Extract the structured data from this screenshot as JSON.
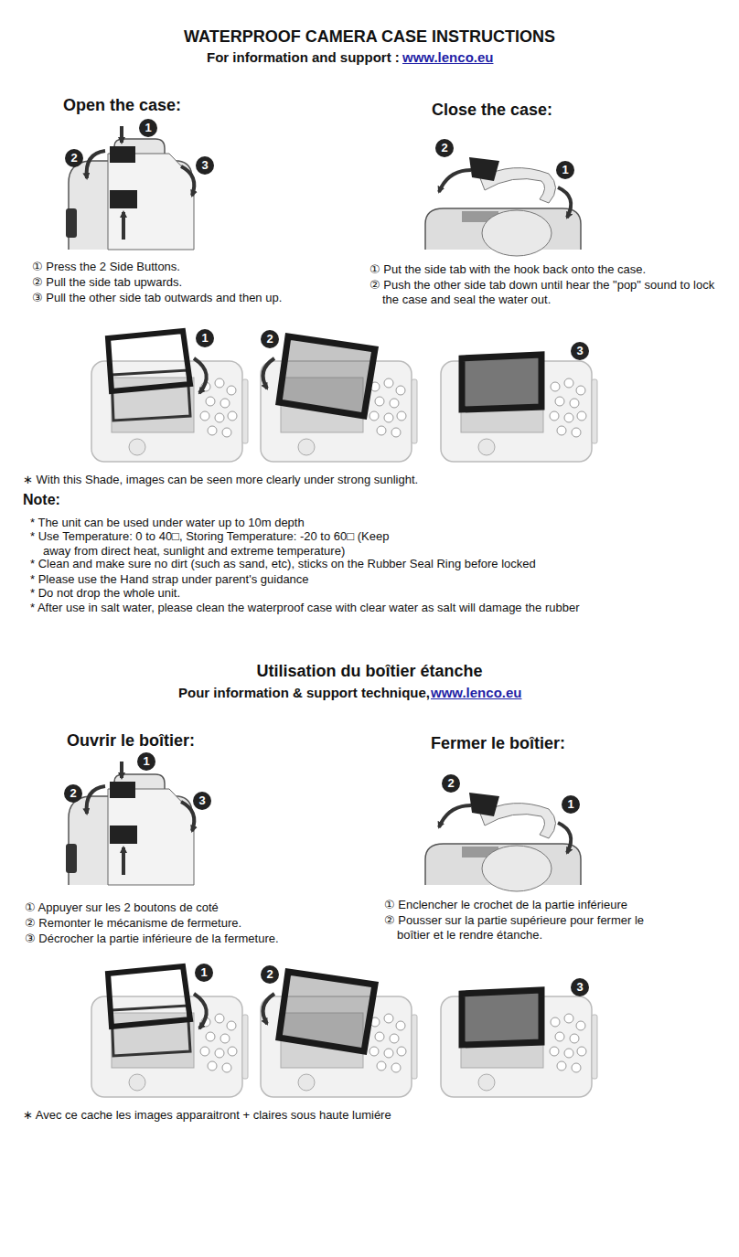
{
  "diagram": {
    "title": "WATERPROOF CAMERA CASE INSTRUCTIONS",
    "labels": [
      "For information and support :",
      "www.lenco.eu",
      "Open the case:",
      "1",
      "2",
      "3",
      "Close the case:",
      "2",
      "1",
      "① Press the 2 Side Buttons.",
      "② Pull the side tab upwards.",
      "③ Pull the other side tab outwards and then up.",
      "① Put the side tab with the hook back onto the case.",
      "② Push the other side tab down until hear the \"pop\" sound to lock the case and seal the water out.",
      "1",
      "2",
      "3",
      "∗ With this Shade, images can be seen more clearly under strong sunlight.",
      "Note:",
      "* The unit can be used under water up to 10m depth",
      "* Use Temperature: 0 to 40□, Storing Temperature: -20 to 60□ (Keep away from direct heat, sunlight and extreme temperature)",
      "* Clean and make sure no dirt (such as sand, etc), sticks on the Rubber Seal Ring before locked",
      "* Please use the Hand strap under parent's guidance",
      "* Do not drop the whole unit.",
      "* After use in salt water, please clean the waterproof case with clear water as salt will damage the rubber",
      "Utilisation du boîtier étanche",
      "Pour information & support technique,",
      "www.lenco.eu",
      "Ouvrir le boîtier:",
      "1",
      "2",
      "3",
      "Fermer le boîtier:",
      "2",
      "1",
      "① Appuyer sur les 2 boutons de coté",
      "② Remonter le mécanisme de fermeture.",
      "③ Décrocher la partie inférieure de la fermeture.",
      "① Enclencher le crochet de la partie inférieure",
      "② Pousser sur la partie supérieure pour fermer le boîtier et le rendre étanche.",
      "1",
      "2",
      "3",
      "∗ Avec ce cache les images apparaitront + claires sous haute lumiére"
    ]
  }
}
